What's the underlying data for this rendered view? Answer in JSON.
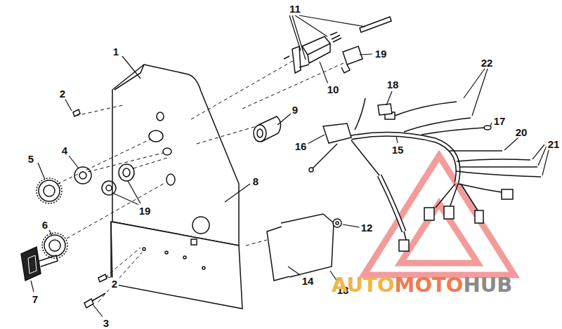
{
  "diagram": {
    "labels": [
      "11",
      "19",
      "18",
      "22",
      "1",
      "2",
      "9",
      "10",
      "17",
      "20",
      "21",
      "16",
      "15",
      "5",
      "4",
      "8",
      "19",
      "12",
      "6",
      "7",
      "2",
      "14",
      "13",
      "3",
      "AUTO",
      "MOTO",
      "HUB"
    ]
  }
}
